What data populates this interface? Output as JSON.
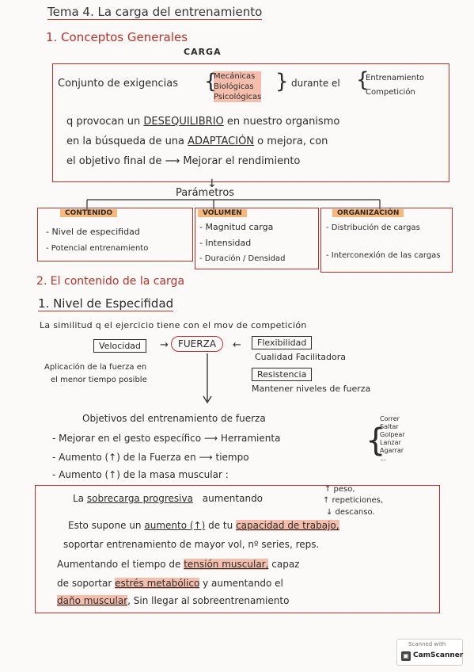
{
  "title": "Tema 4. La carga del entrenamiento",
  "section1": {
    "heading": "1. Conceptos Generales",
    "carga_label": "CARGA",
    "def": {
      "line1_pre": "Conjunto de exigencias",
      "types": [
        "Mecánicas",
        "Biológicas",
        "Psicológicas"
      ],
      "durante": "durante el",
      "contexts": [
        "Entrenamiento",
        "Competición"
      ],
      "line2_a": "q provocan un",
      "line2_b": "DESEQUILIBRIO",
      "line2_c": "en nuestro organismo",
      "line3_a": "en la búsqueda de una",
      "line3_b": "ADAPTACIÓN",
      "line3_c": "o mejora, con",
      "line4": "el objetivo final de ⟶ Mejorar el rendimiento"
    },
    "parametros_label": "Parámetros",
    "params": [
      {
        "name": "CONTENIDO",
        "items": [
          "- Nivel de especifidad",
          "- Potencial entrenamiento"
        ]
      },
      {
        "name": "VOLUMEN",
        "items": [
          "- Magnitud carga",
          "- Intensidad",
          "- Duración / Densidad"
        ]
      },
      {
        "name": "ORGANIZACIÓN",
        "items": [
          "- Distribución de cargas",
          "- Interconexión de las cargas"
        ]
      }
    ]
  },
  "section2": {
    "heading": "2. El contenido de la carga",
    "sub": "1. Nivel de Especifidad",
    "line1": "La similitud q el ejercicio tiene con el mov de competición",
    "velocidad": "Velocidad",
    "fuerza": "FUERZA",
    "flexibilidad": "Flexibilidad",
    "cualidad": "Cualidad Facilitadora",
    "resistencia": "Resistencia",
    "mantener": "Mantener niveles de fuerza",
    "aplicacion1": "Aplicación de la fuerza en",
    "aplicacion2": "el menor tiempo posible",
    "objetivos_title": "Objetivos del entrenamiento de fuerza",
    "objetivos": [
      "- Mejorar en el gesto específico ⟶ Herramienta",
      "- Aumento (↑) de la Fuerza en ⟶ tiempo",
      "- Aumento (↑) de la masa muscular :"
    ],
    "gestos": [
      "Correr",
      "Saltar",
      "Golpear",
      "Lanzar",
      "Agarrar",
      "..."
    ],
    "box": {
      "l1_a": "La",
      "l1_b": "sobrecarga progresiva",
      "l1_c": "aumentando",
      "peso": "↑ peso,",
      "repeticiones": "↑ repeticiones,",
      "descanso": "↓ descanso.",
      "l2_a": "Esto supone un",
      "l2_b": "aumento (↑)",
      "l2_c": "de tu",
      "l2_d": "capacidad de trabajo,",
      "l3": "soportar entrenamiento de mayor vol, nº series, reps.",
      "l4_a": "Aumentando el tiempo de",
      "l4_b": "tensión muscular,",
      "l4_c": "capaz",
      "l5_a": "de soportar",
      "l5_b": "estrés metabólico",
      "l5_c": "y aumentando el",
      "l6_a": "daño muscular",
      "l6_b": ", Sin llegar al sobreentrenamiento"
    }
  },
  "scanner": {
    "line1": "Scanned with",
    "line2": "CamScanner"
  },
  "colors": {
    "accent_red": "#b8322a",
    "highlight_orange": "#f5a050",
    "highlight_salmon": "#f08c6e"
  }
}
